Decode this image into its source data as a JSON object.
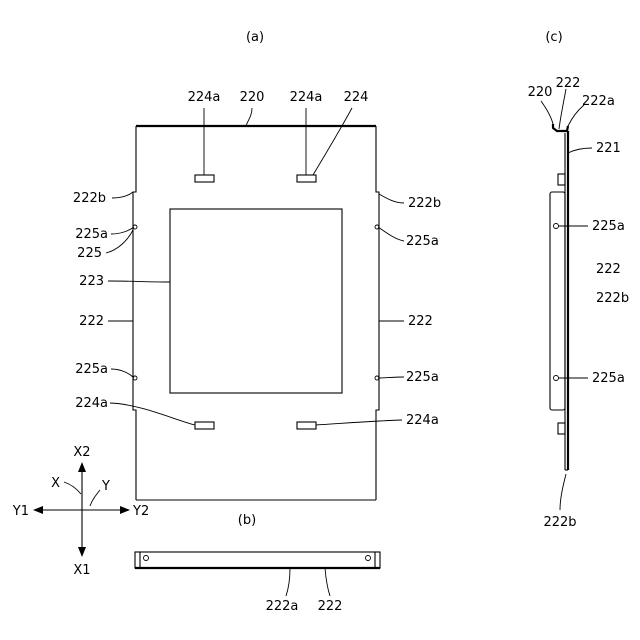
{
  "views": {
    "a": {
      "caption": "(a)"
    },
    "b": {
      "caption": "(b)"
    },
    "c": {
      "caption": "(c)"
    }
  },
  "labels_a": {
    "l224a_left": "224a",
    "l220": "220",
    "l224a_right": "224a",
    "l224": "224",
    "l222b_left": "222b",
    "l222b_right": "222b",
    "l225a_left_top": "225a",
    "l225": "225",
    "l225a_right_top": "225a",
    "l223": "223",
    "l222_left": "222",
    "l222_right": "222",
    "l225a_left_bottom": "225a",
    "l225a_right_bottom": "225a",
    "l224a_bottom_left": "224a",
    "l224a_bottom_right": "224a"
  },
  "labels_b": {
    "l222a": "222a",
    "l222": "222"
  },
  "labels_c": {
    "l220": "220",
    "l222_top": "222",
    "l222a": "222a",
    "l221": "221",
    "l225a_top": "225a",
    "l222_mid": "222",
    "l222b_mid": "222b",
    "l225a_bottom": "225a",
    "l222b_bottom": "222b"
  },
  "axes": {
    "x1": "X1",
    "x2": "X2",
    "y1": "Y1",
    "y2": "Y2",
    "x": "X",
    "y": "Y"
  }
}
